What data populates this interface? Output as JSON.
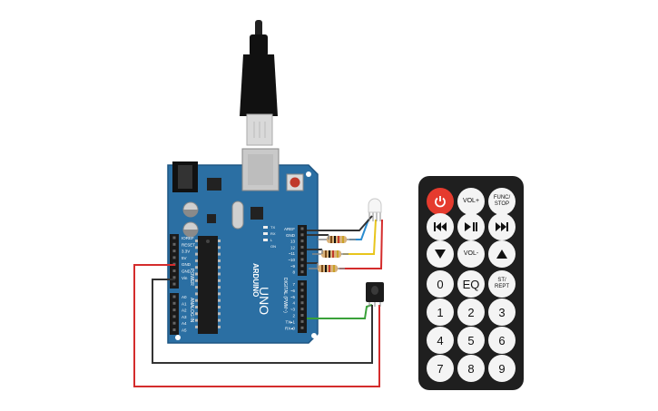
{
  "arduino": {
    "brand": "ARDUINO",
    "model": "UNO",
    "power_label": "POWER",
    "analog_label": "ANALOG IN",
    "digital_label": "DIGITAL (PWM~)",
    "power_pins": [
      "IOREF",
      "RESET",
      "3.3V",
      "5V",
      "GND",
      "GND",
      "Vin"
    ],
    "analog_pins": [
      "A0",
      "A1",
      "A2",
      "A3",
      "A4",
      "A5"
    ],
    "top_header_pins": [
      "AREF",
      "GND",
      "13",
      "12",
      "~11",
      "~10",
      "~9",
      "8"
    ],
    "bottom_header_pins": [
      "7",
      "~6",
      "~5",
      "4",
      "~3",
      "2",
      "TX▸1",
      "RX◂0"
    ],
    "leds": [
      "TX",
      "RX",
      "L",
      "ON"
    ]
  },
  "remote": {
    "buttons": [
      {
        "id": "power",
        "label": "",
        "icon": "power-icon"
      },
      {
        "id": "vol-up",
        "label": "VOL+"
      },
      {
        "id": "func-stop",
        "label": "FUNC/\nSTOP"
      },
      {
        "id": "prev",
        "label": "",
        "icon": "skip-back-icon"
      },
      {
        "id": "play-pause",
        "label": "",
        "icon": "play-pause-icon"
      },
      {
        "id": "next",
        "label": "",
        "icon": "skip-forward-icon"
      },
      {
        "id": "down",
        "label": "",
        "icon": "triangle-down-icon"
      },
      {
        "id": "vol-down",
        "label": "VOL-"
      },
      {
        "id": "up",
        "label": "",
        "icon": "triangle-up-icon"
      },
      {
        "id": "zero",
        "label": "0"
      },
      {
        "id": "eq",
        "label": "EQ"
      },
      {
        "id": "st-rept",
        "label": "ST/\nREPT"
      },
      {
        "id": "one",
        "label": "1"
      },
      {
        "id": "two",
        "label": "2"
      },
      {
        "id": "three",
        "label": "3"
      },
      {
        "id": "four",
        "label": "4"
      },
      {
        "id": "five",
        "label": "5"
      },
      {
        "id": "six",
        "label": "6"
      },
      {
        "id": "seven",
        "label": "7"
      },
      {
        "id": "eight",
        "label": "8"
      },
      {
        "id": "nine",
        "label": "9"
      }
    ]
  },
  "colors": {
    "board": "#2b6fa3",
    "board_edge": "#1e5684",
    "wire_red": "#d42c2c",
    "wire_black": "#333333",
    "wire_blue": "#2a8cd0",
    "wire_yellow": "#e8c51c",
    "wire_green": "#3aa13a",
    "remote_body": "#1f1f1f",
    "power_button": "#e53b2e"
  }
}
